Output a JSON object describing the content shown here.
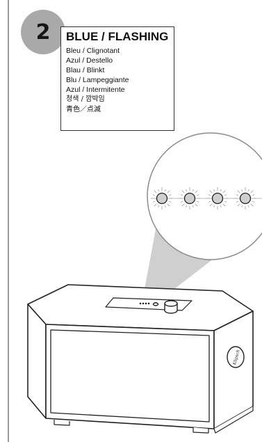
{
  "step": {
    "number": "2"
  },
  "status_label": {
    "title": "BLUE / FLASHING",
    "lines": [
      "Bleu / Clignotant",
      "Azul  / Destello",
      "Blau / Blinkt",
      "Blu / Lampeggiante",
      "Azul / Intermitente",
      "청색 / 깜박임",
      "青色／点滅"
    ]
  },
  "speaker": {
    "logo_text": "Klipsch"
  },
  "indicator": {
    "led_count": 4,
    "led_state": "flashing"
  }
}
